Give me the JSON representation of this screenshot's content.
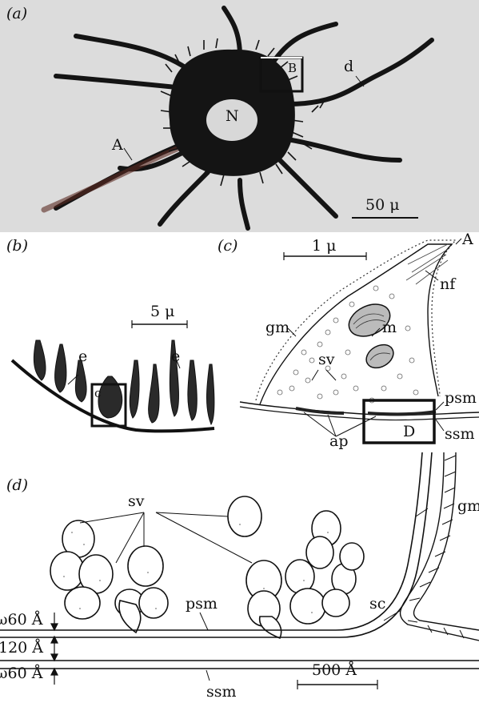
{
  "panel_a": {
    "label": "(a)",
    "labels": {
      "N": "N",
      "A": "A",
      "d": "d",
      "B": "B"
    },
    "scale": "50 μ"
  },
  "panel_b": {
    "label": "(b)",
    "labels": {
      "e1": "e",
      "e2": "e",
      "c": "c"
    },
    "scale": "5 μ"
  },
  "panel_c": {
    "label": "(c)",
    "labels": {
      "A": "A",
      "nf": "nf",
      "gm": "gm",
      "m": "m",
      "sv": "sv",
      "psm": "psm",
      "ssm": "ssm",
      "ap": "ap",
      "D": "D"
    },
    "scale": "1 μ"
  },
  "panel_d": {
    "label": "(d)",
    "labels": {
      "sv": "sv",
      "gm": "gm",
      "psm": "psm",
      "sc": "sc",
      "ssm": "ssm"
    },
    "dimensions": [
      "ω60 Å",
      "120 Å",
      "ω60 Å"
    ],
    "scale": "500 Å"
  },
  "colors": {
    "background_a": "#dcdcdc",
    "neuron": "#141414",
    "ink": "#111111"
  }
}
